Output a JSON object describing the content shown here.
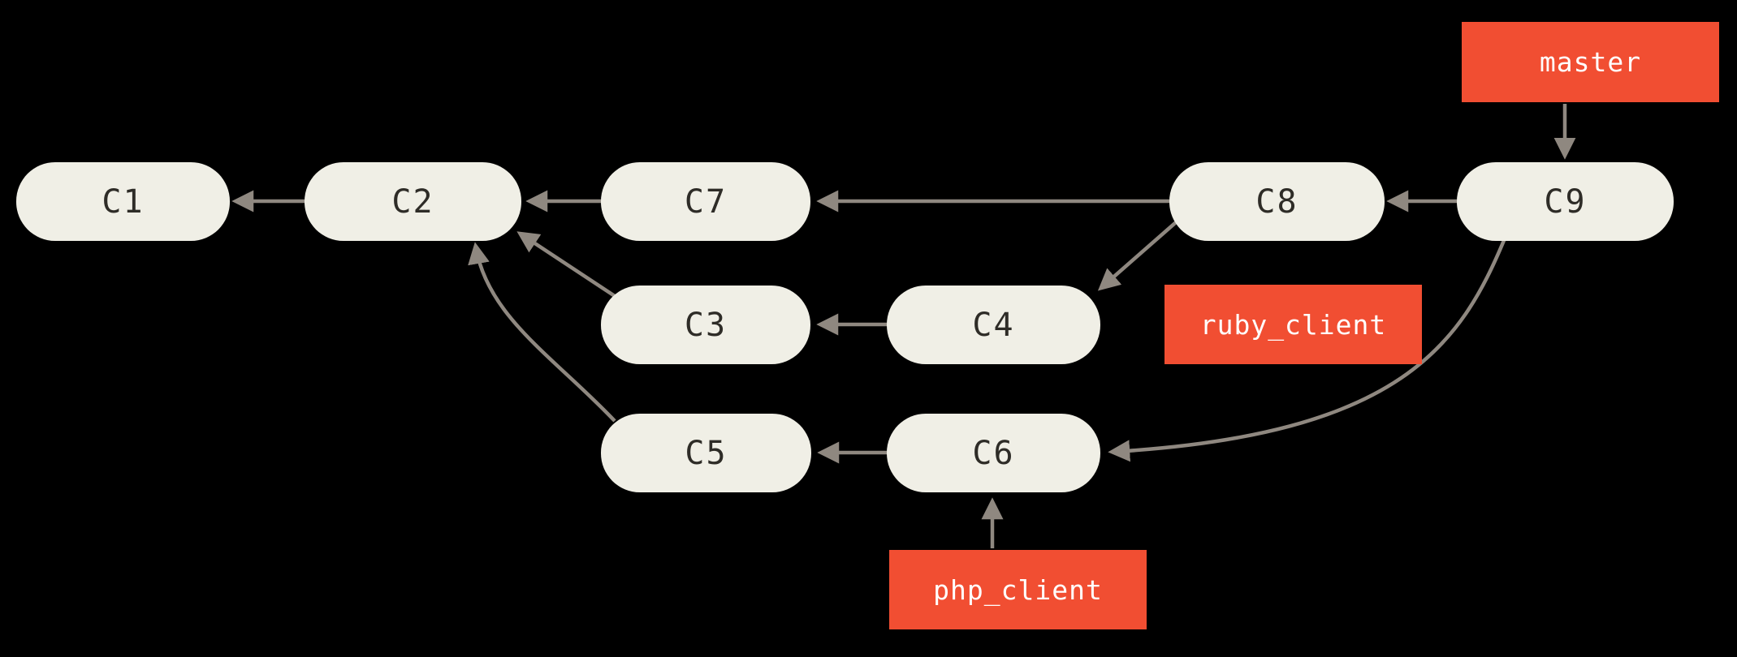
{
  "diagram": {
    "description": "Git commit history graph with two merged topic branches",
    "background": "#000000",
    "colors": {
      "commit_fill": "#f0efe6",
      "commit_text": "#2e2c27",
      "branch_fill": "#f14e32",
      "branch_text": "#ffffff",
      "edge": "#8f8880"
    },
    "commits": [
      {
        "id": "C1",
        "label": "C1"
      },
      {
        "id": "C2",
        "label": "C2"
      },
      {
        "id": "C3",
        "label": "C3"
      },
      {
        "id": "C4",
        "label": "C4"
      },
      {
        "id": "C5",
        "label": "C5"
      },
      {
        "id": "C6",
        "label": "C6"
      },
      {
        "id": "C7",
        "label": "C7"
      },
      {
        "id": "C8",
        "label": "C8"
      },
      {
        "id": "C9",
        "label": "C9"
      }
    ],
    "branches": [
      {
        "label": "master",
        "points_to": "C9"
      },
      {
        "label": "ruby_client",
        "points_to": "C4"
      },
      {
        "label": "php_client",
        "points_to": "C6"
      }
    ],
    "edges": [
      {
        "from": "C2",
        "to": "C1"
      },
      {
        "from": "C7",
        "to": "C2"
      },
      {
        "from": "C8",
        "to": "C7"
      },
      {
        "from": "C9",
        "to": "C8"
      },
      {
        "from": "C8",
        "to": "C4"
      },
      {
        "from": "C4",
        "to": "C3"
      },
      {
        "from": "C3",
        "to": "C2"
      },
      {
        "from": "C6",
        "to": "C5"
      },
      {
        "from": "C5",
        "to": "C2"
      },
      {
        "from": "C9",
        "to": "C6"
      },
      {
        "from": "master",
        "to": "C9"
      },
      {
        "from": "ruby_client",
        "to": "C4"
      },
      {
        "from": "php_client",
        "to": "C6"
      }
    ]
  }
}
